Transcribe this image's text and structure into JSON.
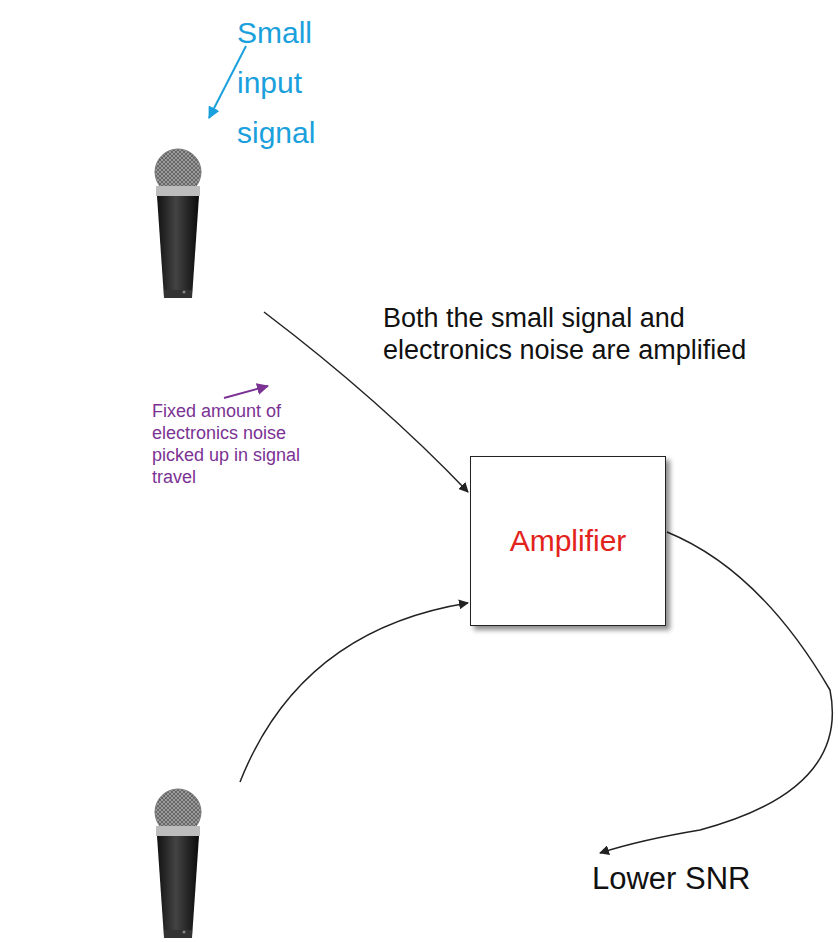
{
  "diagram": {
    "nodes": [
      {
        "text": [
          "Amplifier"
        ]
      }
    ],
    "labels": [
      "Small input signal",
      "Fixed amount of electronics noise picked up in signal travel",
      "Both the small signal and electronics noise are amplified",
      "Lower SNR"
    ]
  }
}
